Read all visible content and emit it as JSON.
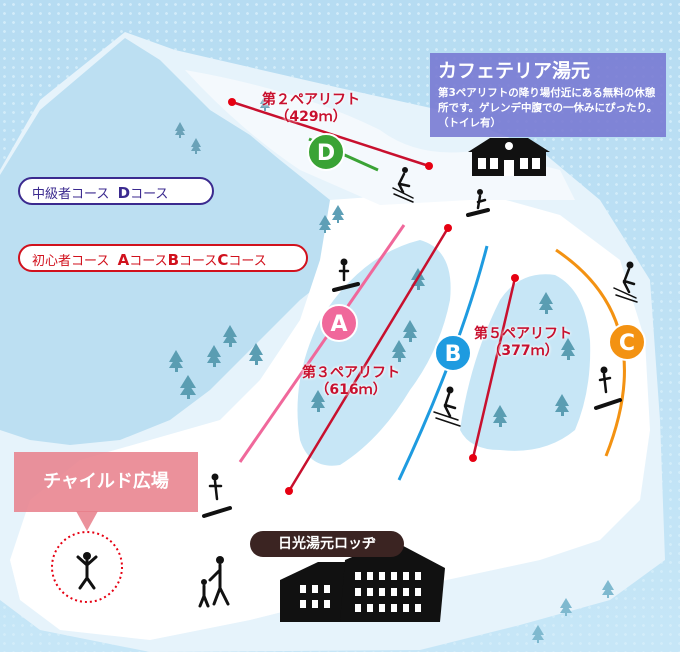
{
  "lifts": [
    {
      "name": "第２ペアリフト",
      "length": "（429ｍ）",
      "color": "#c8102e"
    },
    {
      "name": "第３ペアリフト",
      "length": "（616ｍ）",
      "color": "#c8102e"
    },
    {
      "name": "第５ペアリフト",
      "length": "（377ｍ）",
      "color": "#c8102e"
    }
  ],
  "courses": [
    {
      "letter": "A",
      "color": "#f0689b"
    },
    {
      "letter": "B",
      "color": "#1e9be0"
    },
    {
      "letter": "C",
      "color": "#f39212"
    },
    {
      "letter": "D",
      "color": "#3aa335"
    }
  ],
  "legend": {
    "intermediate": {
      "label": "中級者コース",
      "letter": "D",
      "suffix": "コース",
      "color": "#3b2a8f"
    },
    "beginner": {
      "label": "初心者コース",
      "items": [
        {
          "letter": "A",
          "suffix": "コース"
        },
        {
          "letter": "B",
          "suffix": "コース"
        },
        {
          "letter": "C",
          "suffix": "コース"
        }
      ],
      "color": "#d1111d"
    }
  },
  "cafeteria": {
    "title": "カフェテリア湯元",
    "description": "第3ペアリフトの降り場付近にある無料の休憩所です。ゲレンデ中腹での一休みにぴったり。（トイレ有）"
  },
  "kids_area": {
    "label": "チャイルド広場"
  },
  "lodge": {
    "label": "日光湯元ロッヂ"
  }
}
